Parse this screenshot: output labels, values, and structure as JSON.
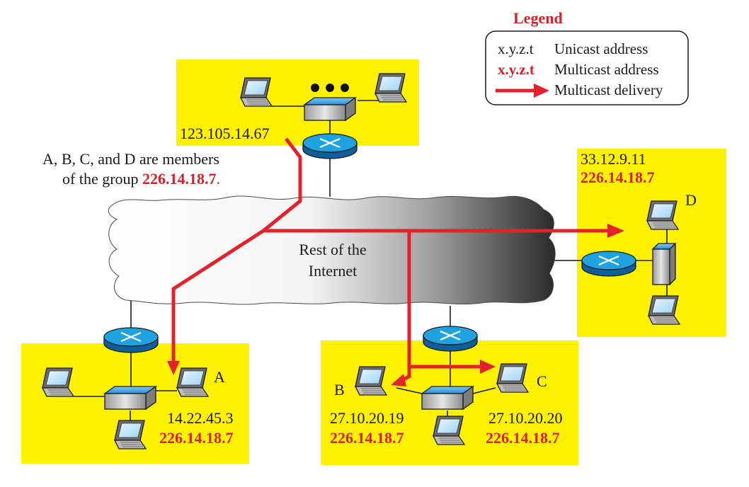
{
  "legend": {
    "title": "Legend",
    "unicast_sample": "x.y.z.t",
    "unicast_desc": "Unicast address",
    "multicast_sample": "x.y.z.t",
    "multicast_desc": "Multicast address",
    "delivery_desc": "Multicast delivery"
  },
  "note": {
    "line1": "A, B, C, and D are members",
    "line2_prefix": "of the group ",
    "line2_group": "226.14.18.7",
    "line2_suffix": "."
  },
  "cloud": {
    "line1": "Rest of the",
    "line2": "Internet"
  },
  "source": {
    "ip": "123.105.14.67"
  },
  "hosts": {
    "A": {
      "name": "A",
      "ip": "14.22.45.3",
      "group": "226.14.18.7"
    },
    "B": {
      "name": "B",
      "ip": "27.10.20.19",
      "group": "226.14.18.7"
    },
    "C": {
      "name": "C",
      "ip": "27.10.20.20",
      "group": "226.14.18.7"
    },
    "D": {
      "name": "D",
      "ip": "33.12.9.11",
      "group": "226.14.18.7"
    }
  },
  "colors": {
    "lan_background": "#fff200",
    "multicast_red": "#e3222c",
    "router_blue": "#1fa3e0",
    "switch_blue": "#2b8fd6"
  }
}
